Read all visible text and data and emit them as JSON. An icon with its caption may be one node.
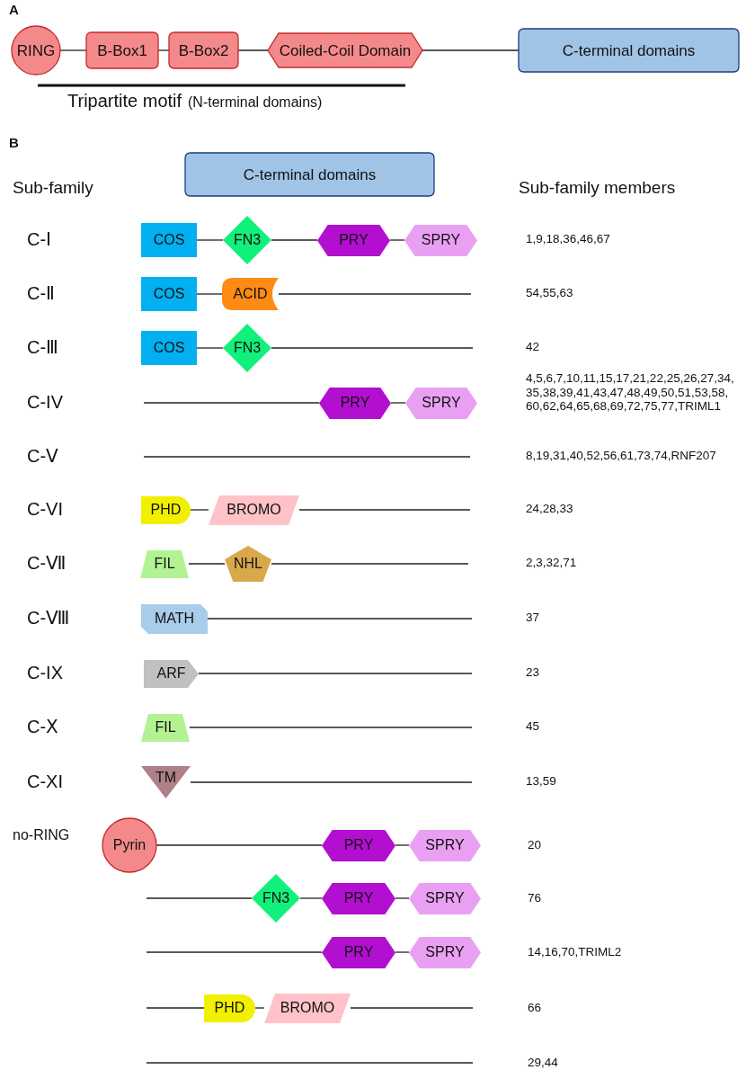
{
  "diagram": {
    "nodes": [
      {
        "text": [
          "RING"
        ]
      },
      {
        "text": [
          "B-Box1"
        ]
      },
      {
        "text": [
          "B-Box2"
        ]
      },
      {
        "text": [
          "Coiled-Coil Domain"
        ]
      },
      {
        "text": [
          "C-terminal domains"
        ]
      },
      {
        "text": [
          "C-terminal domains"
        ]
      },
      {
        "text": [
          "COS"
        ]
      },
      {
        "text": [
          "FN3"
        ]
      },
      {
        "text": [
          "PRY"
        ]
      },
      {
        "text": [
          "SPRY"
        ]
      },
      {
        "text": [
          "COS"
        ]
      },
      {
        "text": [
          "ACID"
        ]
      },
      {
        "text": [
          "COS"
        ]
      },
      {
        "text": [
          "FN3"
        ]
      },
      {
        "text": [
          "PRY"
        ]
      },
      {
        "text": [
          "SPRY"
        ]
      },
      {
        "text": [
          "PHD"
        ]
      },
      {
        "text": [
          "BROMO"
        ]
      },
      {
        "text": [
          "FIL"
        ]
      },
      {
        "text": [
          "NHL"
        ]
      },
      {
        "text": [
          "MATH"
        ]
      },
      {
        "text": [
          "ARF"
        ]
      },
      {
        "text": [
          "FIL"
        ]
      },
      {
        "text": [
          "TM"
        ]
      },
      {
        "text": [
          "Pyrin"
        ]
      },
      {
        "text": [
          "PRY"
        ]
      },
      {
        "text": [
          "SPRY"
        ]
      },
      {
        "text": [
          "FN3"
        ]
      },
      {
        "text": [
          "PRY"
        ]
      },
      {
        "text": [
          "SPRY"
        ]
      },
      {
        "text": [
          "PRY"
        ]
      },
      {
        "text": [
          "SPRY"
        ]
      },
      {
        "text": [
          "PHD"
        ]
      },
      {
        "text": [
          "BROMO"
        ]
      }
    ],
    "edges": [
      {
        "from": 0,
        "to": 1,
        "arrow": "none"
      },
      {
        "from": 1,
        "to": 2,
        "arrow": "none"
      },
      {
        "from": 2,
        "to": 3,
        "arrow": "none"
      },
      {
        "from": 3,
        "to": 4,
        "arrow": "none"
      },
      {
        "from": 6,
        "to": 7,
        "arrow": "none"
      },
      {
        "from": 7,
        "to": 8,
        "arrow": "none"
      },
      {
        "from": 8,
        "to": 9,
        "arrow": "none"
      },
      {
        "from": 10,
        "to": 11,
        "arrow": "none"
      },
      {
        "from": 11,
        "to": null,
        "arrow": "none"
      },
      {
        "from": 12,
        "to": 13,
        "arrow": "none"
      },
      {
        "from": 13,
        "to": null,
        "arrow": "none"
      },
      {
        "from": null,
        "to": 14,
        "arrow": "none"
      },
      {
        "from": 14,
        "to": 15,
        "arrow": "none"
      },
      {
        "from": 16,
        "to": 17,
        "arrow": "none"
      },
      {
        "from": 17,
        "to": null,
        "arrow": "none"
      },
      {
        "from": 18,
        "to": 19,
        "arrow": "none"
      },
      {
        "from": 19,
        "to": null,
        "arrow": "none"
      },
      {
        "from": 20,
        "to": null,
        "arrow": "none"
      },
      {
        "from": 21,
        "to": null,
        "arrow": "none"
      },
      {
        "from": 22,
        "to": null,
        "arrow": "none"
      },
      {
        "from": 23,
        "to": null,
        "arrow": "none"
      },
      {
        "from": 24,
        "to": 25,
        "arrow": "none"
      },
      {
        "from": 25,
        "to": 26,
        "arrow": "none"
      },
      {
        "from": null,
        "to": 27,
        "arrow": "none"
      },
      {
        "from": 27,
        "to": 28,
        "arrow": "none"
      },
      {
        "from": 28,
        "to": 29,
        "arrow": "none"
      },
      {
        "from": null,
        "to": 30,
        "arrow": "none"
      },
      {
        "from": 30,
        "to": 31,
        "arrow": "none"
      },
      {
        "from": null,
        "to": 32,
        "arrow": "none"
      },
      {
        "from": 32,
        "to": 33,
        "arrow": "none"
      },
      {
        "from": 33,
        "to": null,
        "arrow": "none"
      }
    ],
    "labels": [
      "A",
      "Tripartite motif",
      "(N-terminal domains)",
      "B",
      "Sub-family",
      "Sub-family members",
      "C-Ⅰ",
      "1,9,18,36,46,67",
      "C-Ⅱ",
      "54,55,63",
      "C-Ⅲ",
      "42",
      "C-IV",
      "4,5,6,7,10,11,15,17,21,22,25,26,27,34, 35,38,39,41,43,47,48,49,50,51,53,58, 60,62,64,65,68,69,72,75,77,TRIML1",
      "C-Ⅴ",
      "8,19,31,40,52,56,61,73,74,RNF207",
      "C-VI",
      "24,28,33",
      "C-Ⅶ",
      "2,3,32,71",
      "C-Ⅷ",
      "37",
      "C-IX",
      "23",
      "C-Ⅹ",
      "45",
      "C-XI",
      "13,59",
      "no-RING",
      "20",
      "76",
      "14,16,70,TRIML2",
      "66",
      "29,44"
    ]
  }
}
